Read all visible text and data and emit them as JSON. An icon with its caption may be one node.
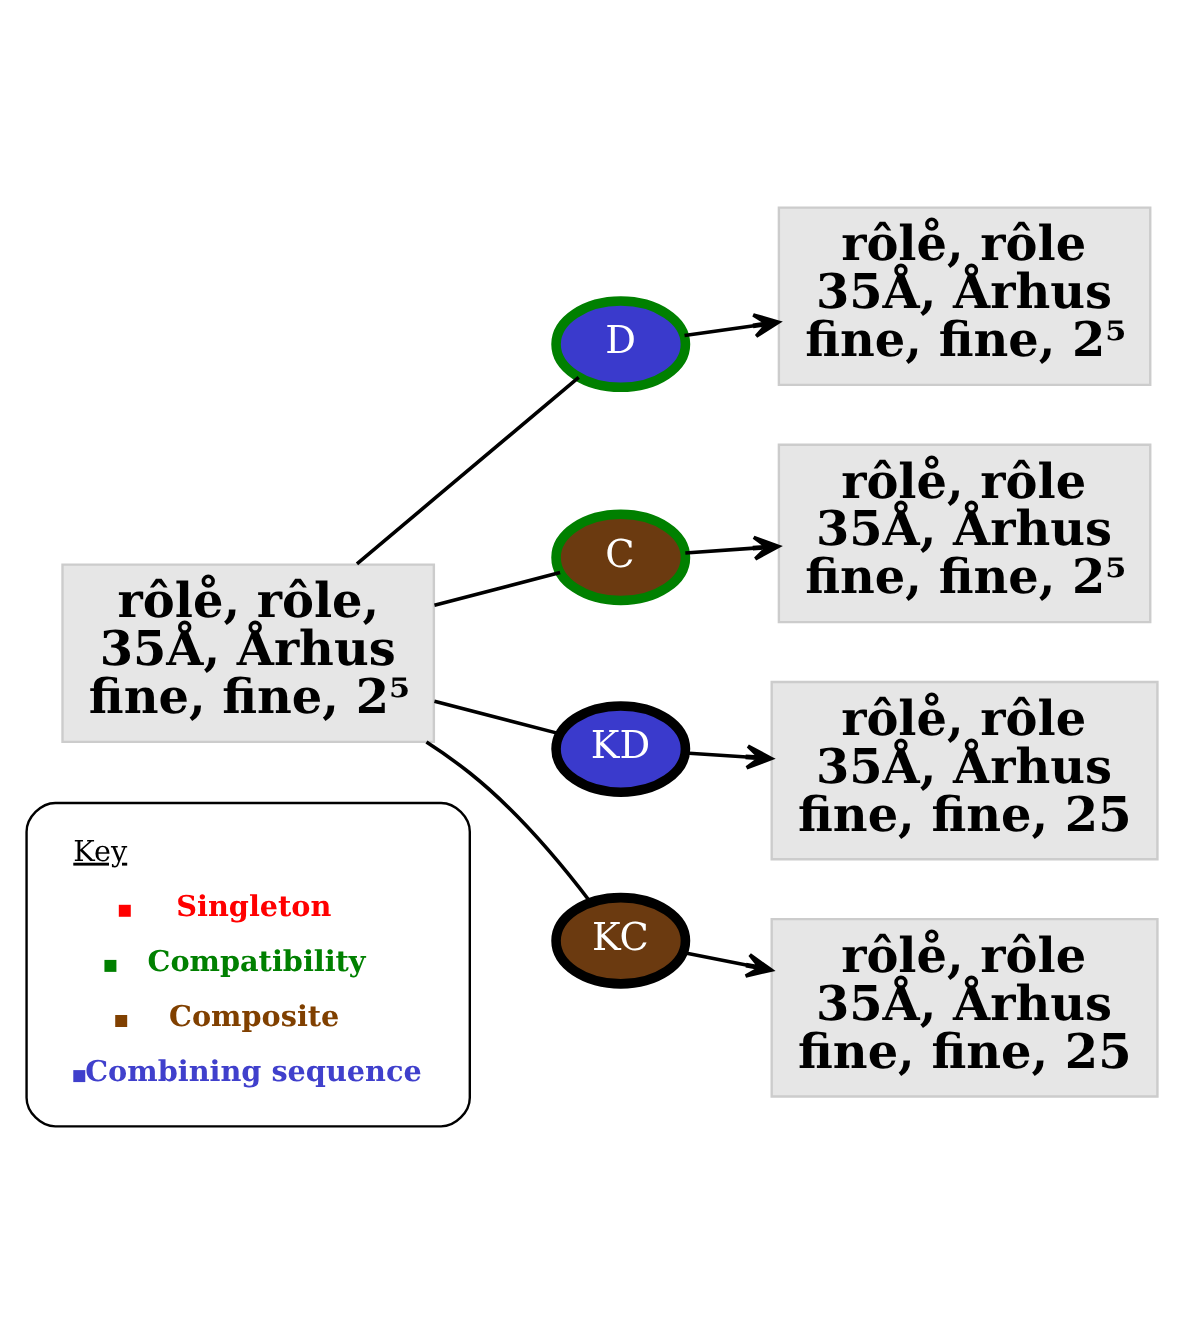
{
  "diagram": {
    "nodes": [
      {
        "text": [
          "rôle̊, rôle,",
          "35Å, Århus",
          "ﬁne, fine, 2⁵"
        ]
      },
      {
        "text": [
          "D"
        ]
      },
      {
        "text": [
          "rôle̊, rôle",
          "35Å, Århus",
          "ﬁne, fine, 2⁵"
        ]
      },
      {
        "text": [
          "C"
        ]
      },
      {
        "text": [
          "rôle̊, rôle",
          "35Å, Århus",
          "ﬁne, fine, 2⁵"
        ]
      },
      {
        "text": [
          "KD"
        ]
      },
      {
        "text": [
          "rôle̊, rôle",
          "35Å, Århus",
          "fine, fine, 25"
        ]
      },
      {
        "text": [
          "KC"
        ]
      },
      {
        "text": [
          "rôle̊, rôle",
          "35Å, Århus",
          "fine, fine, 25"
        ]
      }
    ],
    "edges": [
      {
        "from": 0,
        "to": 1,
        "arrow": "none"
      },
      {
        "from": 1,
        "to": 2,
        "arrow": "to"
      },
      {
        "from": 0,
        "to": 3,
        "arrow": "none"
      },
      {
        "from": 3,
        "to": 4,
        "arrow": "to"
      },
      {
        "from": 0,
        "to": 5,
        "arrow": "none"
      },
      {
        "from": 5,
        "to": 6,
        "arrow": "to"
      },
      {
        "from": 0,
        "to": 7,
        "arrow": "none"
      },
      {
        "from": 7,
        "to": 8,
        "arrow": "to"
      }
    ],
    "labels": [
      "Key"
    ],
    "legend": [
      {
        "text": "Singleton",
        "color": "#ff0000"
      },
      {
        "text": "Compatibility",
        "color": "#008000"
      },
      {
        "text": "Composite",
        "color": "#804000"
      },
      {
        "text": "Combining sequence",
        "color": "#4040cc"
      }
    ]
  }
}
